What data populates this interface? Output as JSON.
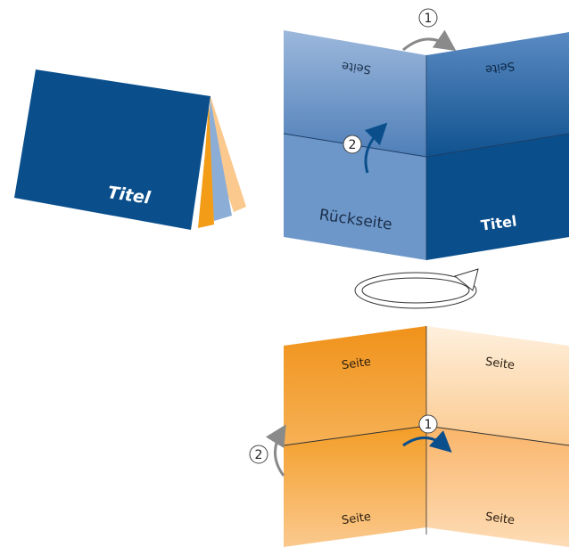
{
  "labels": {
    "closed_title": "Titel",
    "outer_back": "Rückseite",
    "outer_title": "Titel",
    "outer_top_left": "Seite",
    "outer_top_right": "Seite",
    "inner_top_left": "Seite",
    "inner_top_right": "Seite",
    "inner_bottom_left": "Seite",
    "inner_bottom_right": "Seite"
  },
  "steps": {
    "top_fold": "1",
    "outer_fold": "2",
    "inner_center": "1",
    "inner_left": "2"
  },
  "colors": {
    "dark_blue": "#0a4f8c",
    "mid_blue": "#5f8fc4",
    "light_blue": "#8caed6",
    "orange": "#f29c18",
    "light_orange": "#fbc98e",
    "pale_orange": "#fde7cc",
    "arrow_gray": "#8a8a8a",
    "arrow_blue": "#0a4f8c"
  },
  "icons": [
    "rotate-arrow-icon",
    "fold-arrow-icon"
  ]
}
